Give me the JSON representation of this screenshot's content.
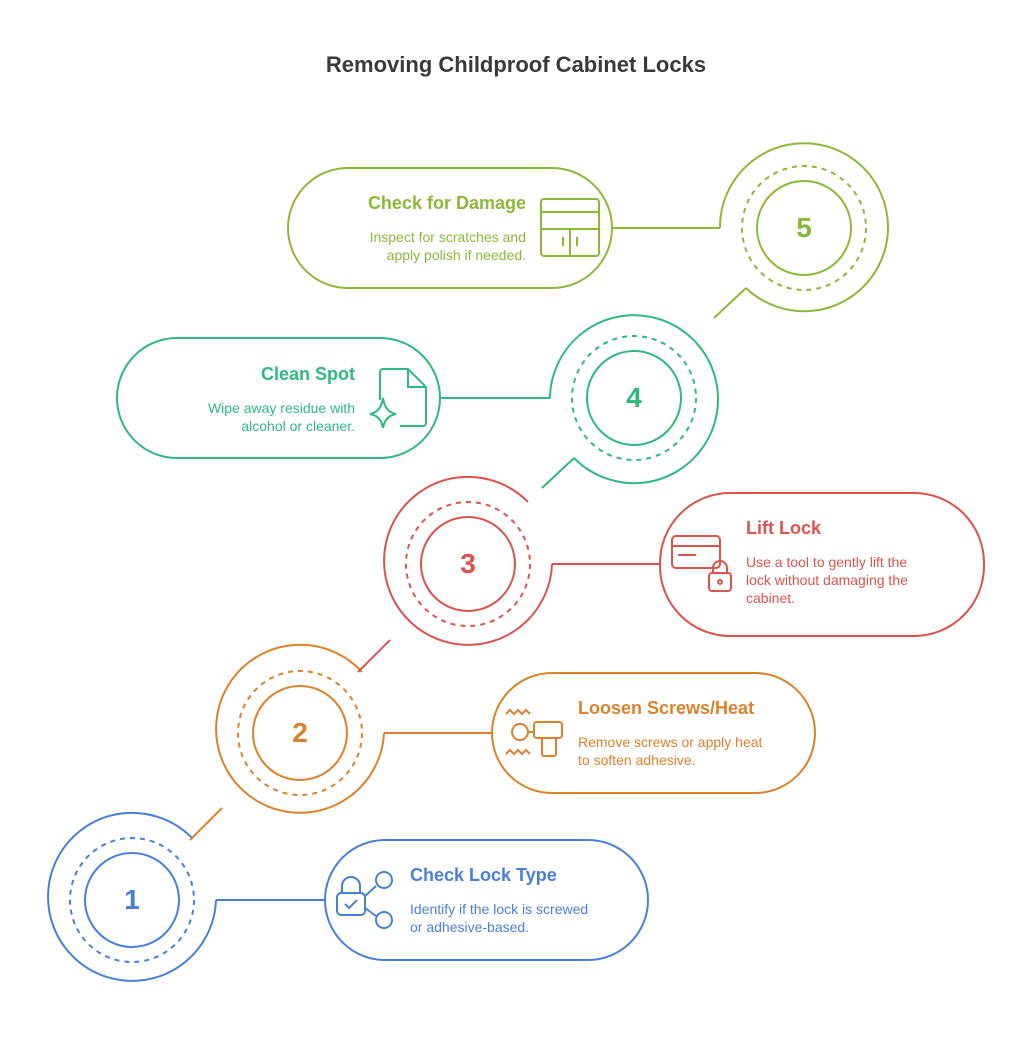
{
  "title": "Removing Childproof Cabinet Locks",
  "colors": {
    "step1": "#4a7fd6",
    "step2": "#d9822b",
    "step3": "#d9534f",
    "step4": "#2fb87f",
    "step5": "#8cb83a"
  },
  "steps": [
    {
      "number": "1",
      "title": "Check Lock Type",
      "description": [
        "Identify if the lock is screwed",
        "or adhesive-based."
      ],
      "icon": "lock-icon"
    },
    {
      "number": "2",
      "title": "Loosen Screws/Heat",
      "description": [
        "Remove screws or apply heat",
        "to soften adhesive."
      ],
      "icon": "heat-gun-icon"
    },
    {
      "number": "3",
      "title": "Lift Lock",
      "description": [
        "Use a tool to gently lift the",
        "lock without damaging the",
        "cabinet."
      ],
      "icon": "card-lock-icon"
    },
    {
      "number": "4",
      "title": "Clean Spot",
      "description": [
        "Wipe away residue with",
        "alcohol or cleaner."
      ],
      "icon": "sparkle-file-icon"
    },
    {
      "number": "5",
      "title": "Check for Damage",
      "description": [
        "Inspect for scratches and",
        "apply polish if needed."
      ],
      "icon": "cabinet-icon"
    }
  ]
}
